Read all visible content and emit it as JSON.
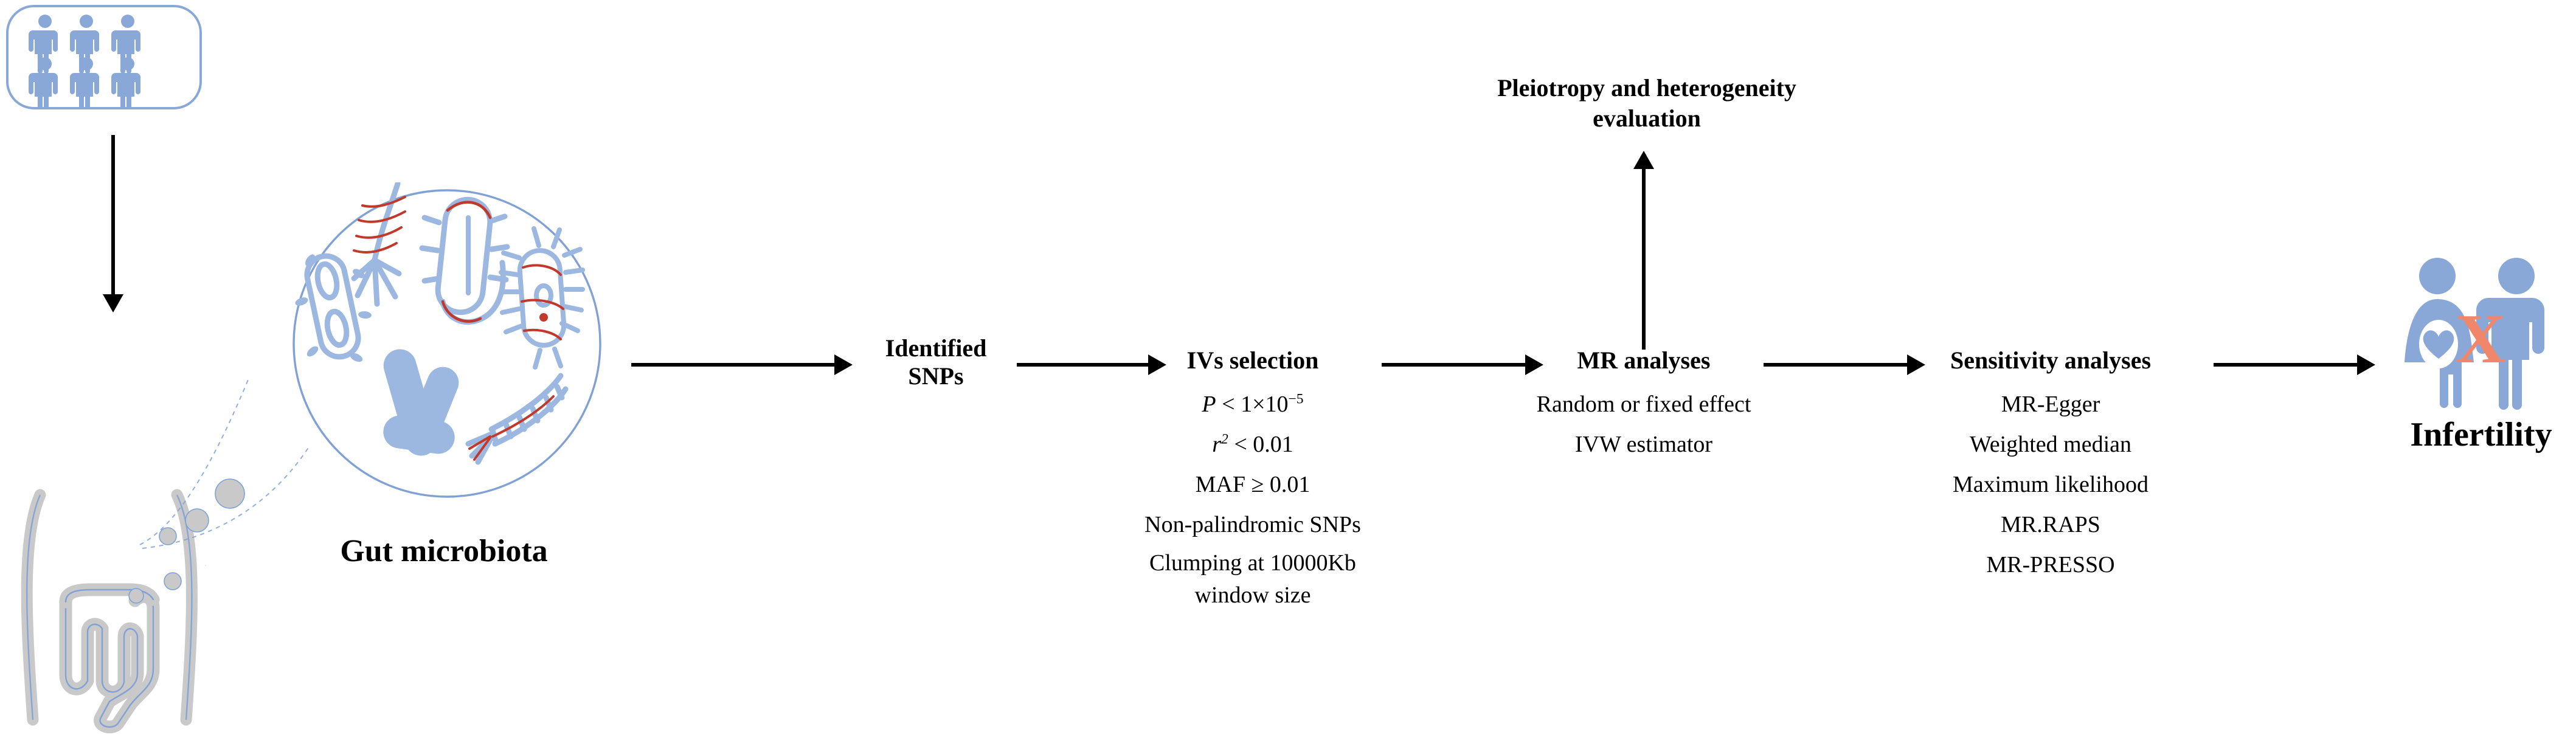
{
  "figure": {
    "type": "study-workflow-flowchart",
    "topic": "Mendelian randomization of gut microbiota and infertility"
  },
  "colors": {
    "icon_blue": "#89A8D8",
    "icon_blue_light": "#9DB8E0",
    "bacteria_red": "#C0392B",
    "intestine_gray": "#C9C9C9",
    "cross_orange": "#F0876B",
    "arrow_black": "#000000",
    "background": "#FFFFFF"
  },
  "left": {
    "population_box": {
      "name": "population-cohort",
      "person_count": 6,
      "rows": 2,
      "columns": 3
    },
    "intestine": {
      "name": "intestine-illustration"
    },
    "microbiota_circle": {
      "name": "gut-microbiota-magnified-circle",
      "bacteria_count": 6
    },
    "caption": "Gut microbiota"
  },
  "stages": [
    {
      "id": "identified-snps",
      "title_lines": [
        "Identified",
        "SNPs"
      ],
      "details": []
    },
    {
      "id": "ivs-selection",
      "title_lines": [
        "IVs selection"
      ],
      "details": [
        {
          "html": "<span class=\"ital\">P</span> &lt; 1×10<sup>−5</sup>",
          "text": "P < 1×10−5"
        },
        {
          "html": "<span class=\"ital\">r</span><sup class=\"ital\">2</sup> &lt; 0.01",
          "text": "r2 < 0.01"
        },
        {
          "html": "MAF ≥ 0.01",
          "text": "MAF ≥ 0.01"
        },
        {
          "html": "Non-palindromic SNPs",
          "text": "Non-palindromic SNPs"
        },
        {
          "html": "Clumping at 10000Kb",
          "text": "Clumping at 10000Kb"
        },
        {
          "html": "window size",
          "text": "window size"
        }
      ]
    },
    {
      "id": "mr-analyses",
      "title_lines": [
        "MR analyses"
      ],
      "details": [
        {
          "html": "Random or fixed effect",
          "text": "Random or fixed effect"
        },
        {
          "html": "IVW estimator",
          "text": "IVW estimator"
        }
      ]
    },
    {
      "id": "sensitivity-analyses",
      "title_lines": [
        "Sensitivity analyses"
      ],
      "details": [
        {
          "html": "MR-Egger",
          "text": "MR-Egger"
        },
        {
          "html": "Weighted median",
          "text": "Weighted median"
        },
        {
          "html": "Maximum likelihood",
          "text": "Maximum likelihood"
        },
        {
          "html": "MR.RAPS",
          "text": "MR.RAPS"
        },
        {
          "html": "MR-PRESSO",
          "text": "MR-PRESSO"
        }
      ]
    }
  ],
  "top_branch": {
    "heading_lines": [
      "Pleiotropy and heterogeneity",
      "evaluation"
    ],
    "heading_text": "Pleiotropy and heterogeneity evaluation",
    "from_stage": "mr-analyses"
  },
  "outcome": {
    "id": "infertility",
    "label": "Infertility",
    "icon": "couple-infertility-icon",
    "cross_mark": "X"
  },
  "arrow_labels": {
    "population_to_gut": "",
    "gut_to_snps": "",
    "snps_to_ivs": "",
    "ivs_to_mr": "",
    "mr_to_sensitivity": "",
    "sensitivity_to_outcome": "",
    "mr_to_pleiotropy": ""
  }
}
